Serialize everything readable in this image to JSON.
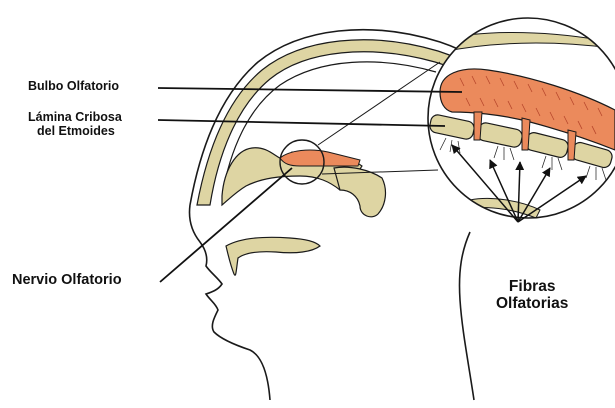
{
  "labels": {
    "bulbo": "Bulbo Olfatorio",
    "lamina_line1": "Lámina Cribosa",
    "lamina_line2": "del Etmoides",
    "nervio": "Nervio Olfatorio",
    "fibras_line1": "Fibras",
    "fibras_line2": "Olfatorias"
  },
  "colors": {
    "bone": "#ded5a3",
    "bulb": "#eb8a5c",
    "bulb_dark": "#b5452a",
    "outline": "#1a1a1a",
    "background": "#ffffff"
  }
}
